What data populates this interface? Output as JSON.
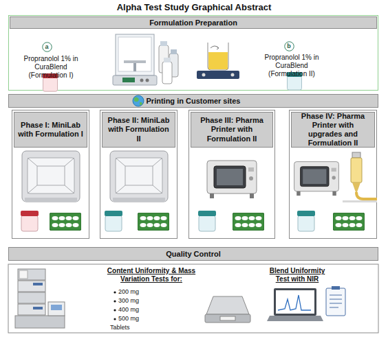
{
  "diagram": {
    "title": "Alpha Test Study Graphical Abstract",
    "nodes": [
      {
        "text": [
          "Formulation Preparation"
        ]
      },
      {
        "text": [
          "a"
        ],
        "in": 0
      },
      {
        "text": [
          "b"
        ],
        "in": 0
      },
      {
        "text": [
          "Printing in Customer sites"
        ]
      },
      {
        "text": [
          "Phase I: MiniLab with Formulation I"
        ]
      },
      {
        "text": [
          "Phase II: MiniLab with Formulation II"
        ]
      },
      {
        "text": [
          "Phase III: Pharma Printer with Formulation II"
        ]
      },
      {
        "text": [
          "Phase IV: Pharma Printer with upgrades and Formulation II"
        ]
      },
      {
        "text": [
          "Quality Control"
        ]
      }
    ],
    "labels": [
      "Propranolol 1% in CuraBlend (Formulation I)",
      "Propranolol 1% in CuraBlend (Formulation II)",
      "Content Uniformity & Mass Variation Tests for:",
      "200 mg",
      "300 mg",
      "400 mg",
      "500 mg",
      "Tablets",
      "Blend Uniformity Test with NIR"
    ]
  }
}
